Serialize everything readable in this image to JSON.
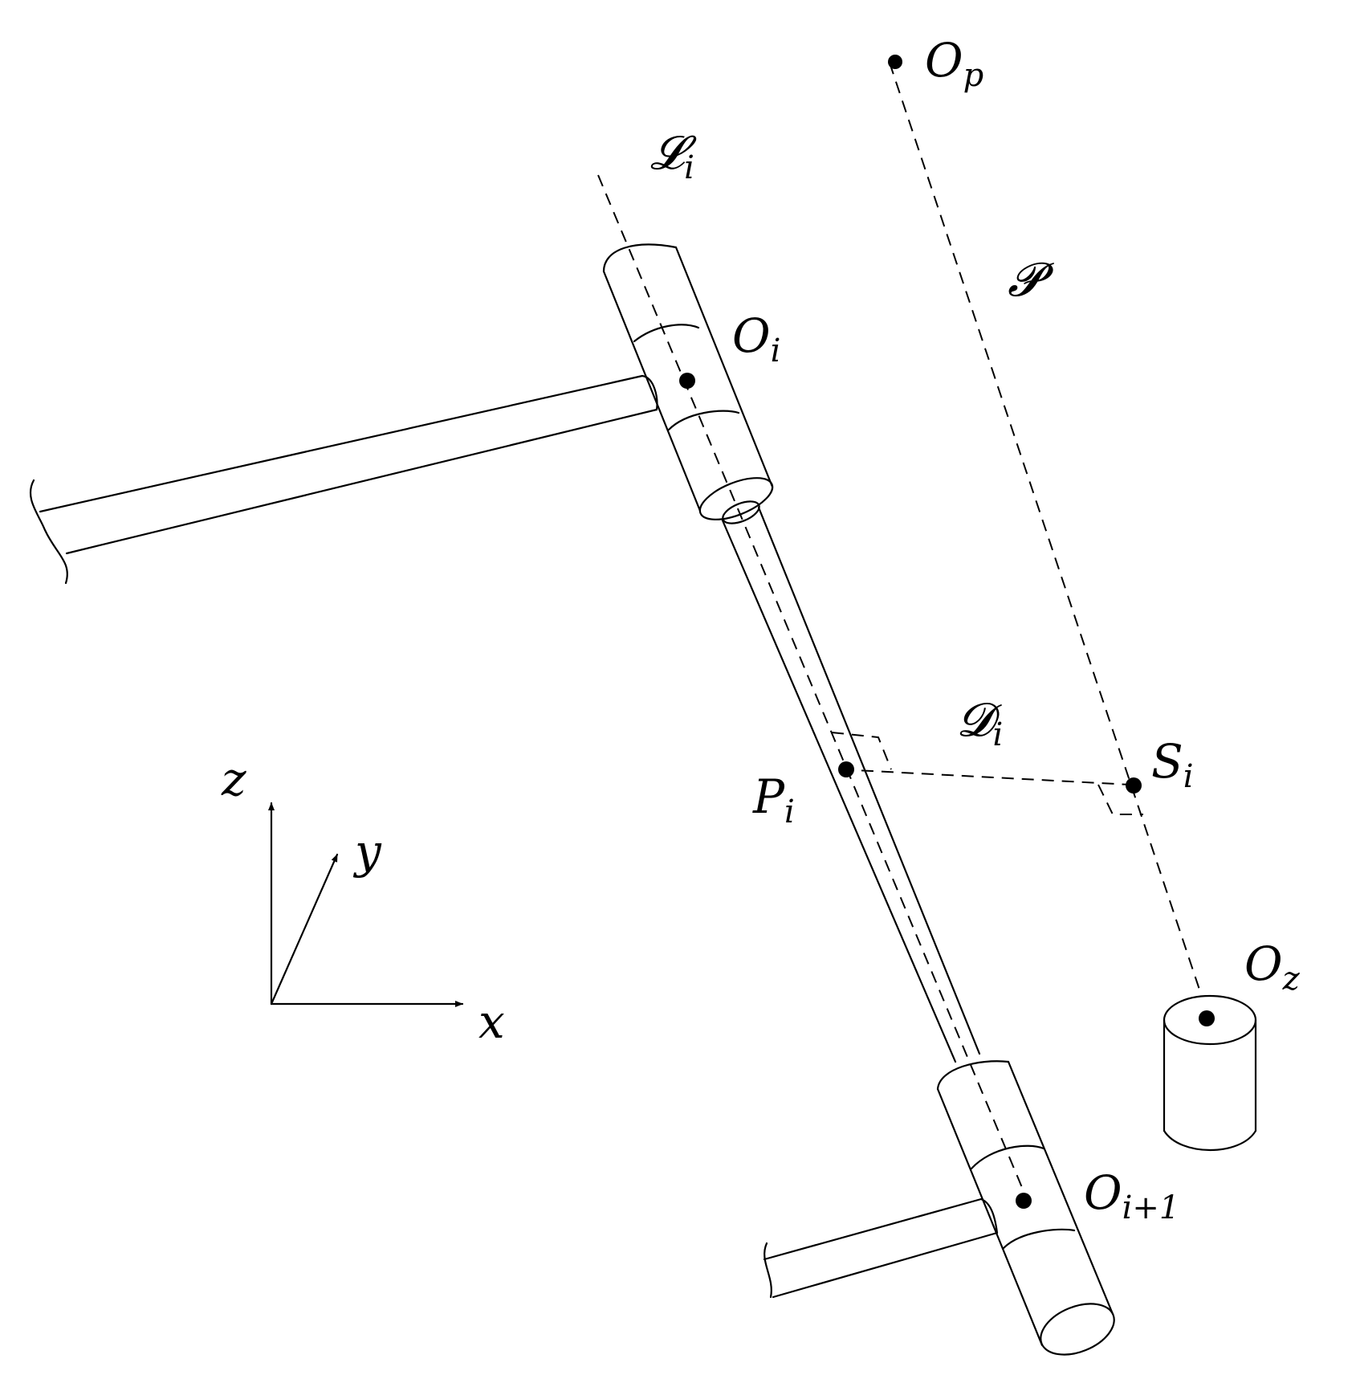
{
  "labels": {
    "L": {
      "main": "𝓛",
      "sub": "i"
    },
    "Op": {
      "main": "O",
      "sub": "p"
    },
    "P_cal": {
      "main": "𝓟",
      "sub": ""
    },
    "Oi": {
      "main": "O",
      "sub": "i"
    },
    "Di": {
      "main": "𝓓",
      "sub": "i"
    },
    "Si": {
      "main": "S",
      "sub": "i"
    },
    "Pi": {
      "main": "P",
      "sub": "i"
    },
    "Oz": {
      "main": "O",
      "sub": "z"
    },
    "Oi1": {
      "main": "O",
      "sub": "i+1"
    },
    "axis_x": "x",
    "axis_y": "y",
    "axis_z": "z"
  },
  "colors": {
    "ink": "#000000",
    "background": "#ffffff"
  }
}
